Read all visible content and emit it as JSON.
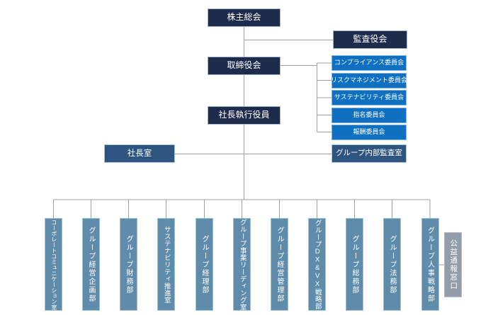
{
  "org_chart": {
    "nodes": {
      "shareholders_meeting": "株主総会",
      "audit_board": "監査役会",
      "board_of_directors": "取締役会",
      "president_executive_officer": "社長執行役員",
      "presidents_office": "社長室",
      "group_internal_audit_office": "グループ内部監査室",
      "whistleblowing_contact": "公益通報窓口"
    },
    "committees": [
      "コンプライアンス委員会",
      "リスクマネジメント委員会",
      "サステナビリティ委員会",
      "指名委員会",
      "報酬委員会"
    ],
    "departments": [
      "コーポレートコミュニケーション室",
      "グループ経営企画部",
      "グループ財務部",
      "サステナビリティ推進室",
      "グループ経理部",
      "グループ事業リーディング室",
      "グループ経営管理部",
      "グループDX&VX戦略部",
      "グループ総務部",
      "グループ法務部",
      "グループ人事戦略部"
    ],
    "colors": {
      "dark_navy": "#1f2b4a",
      "medium_blue": "#2d5580",
      "bright_blue": "#0f6fc0",
      "steel_blue": "#5f8cab",
      "gray": "#939daa",
      "connector": "#9aa0a6",
      "text": "#ffffff"
    }
  }
}
